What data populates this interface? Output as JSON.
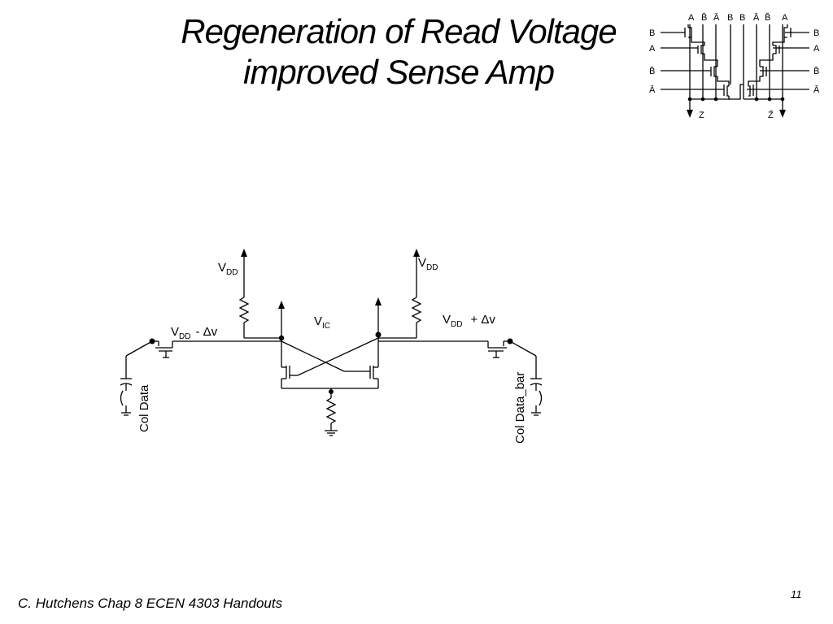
{
  "slide": {
    "title_line1": "Regeneration of Read Voltage",
    "title_line2": "improved Sense Amp",
    "footer": "C. Hutchens Chap 8 ECEN 4303 Handouts",
    "page_number": "11"
  },
  "circuit": {
    "vdd_main": "V",
    "vdd_sub": "DD",
    "vic_main": "V",
    "vic_sub": "IC",
    "minus_dv": "- Δv",
    "plus_dv": "+ Δv",
    "col_data": "Col Data",
    "col_data_bar": "Col Data_bar"
  },
  "logic": {
    "top_labels": [
      "A",
      "B̄",
      "Ā",
      "B",
      "B",
      "Ā",
      "B̄",
      "A"
    ],
    "left_inputs": [
      "B",
      "A",
      "B̄",
      "Ā"
    ],
    "right_inputs": [
      "B",
      "A",
      "B̄",
      "Ā"
    ],
    "out_left": "Z",
    "out_right": "Z̄"
  }
}
